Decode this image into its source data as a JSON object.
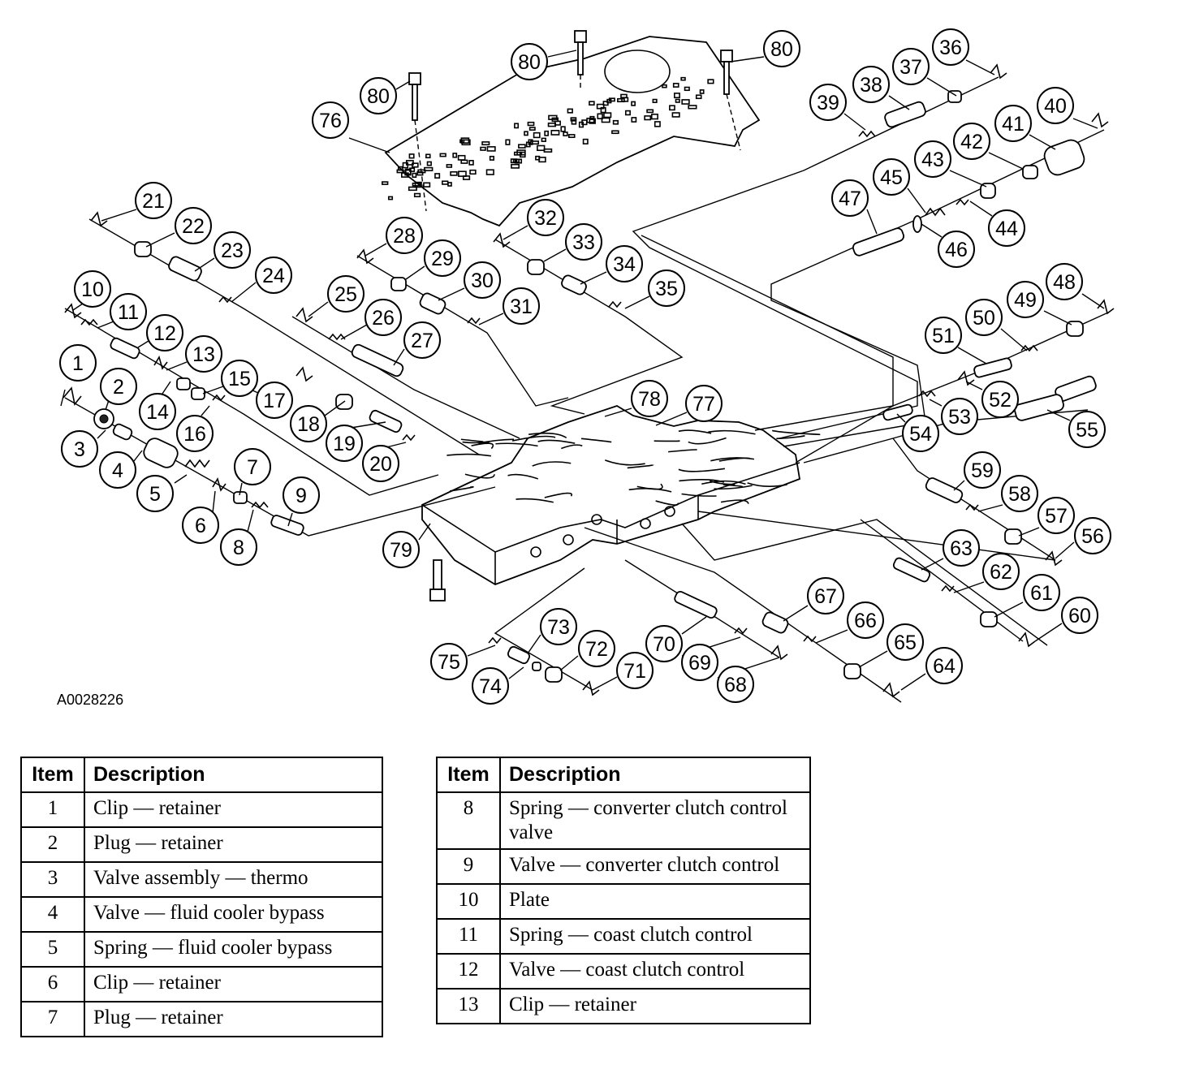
{
  "figure_code": "A0028226",
  "tables": [
    {
      "header": {
        "item": "Item",
        "description": "Description"
      },
      "rows": [
        {
          "item": "1",
          "description": "Clip — retainer"
        },
        {
          "item": "2",
          "description": "Plug — retainer"
        },
        {
          "item": "3",
          "description": "Valve assembly — thermo"
        },
        {
          "item": "4",
          "description": "Valve — fluid cooler bypass"
        },
        {
          "item": "5",
          "description": "Spring — fluid cooler bypass"
        },
        {
          "item": "6",
          "description": "Clip — retainer"
        },
        {
          "item": "7",
          "description": "Plug — retainer"
        }
      ]
    },
    {
      "header": {
        "item": "Item",
        "description": "Description"
      },
      "rows": [
        {
          "item": "8",
          "description": "Spring — converter clutch control valve"
        },
        {
          "item": "9",
          "description": "Valve — converter clutch control"
        },
        {
          "item": "10",
          "description": "Plate"
        },
        {
          "item": "11",
          "description": "Spring — coast clutch control"
        },
        {
          "item": "12",
          "description": "Valve — coast clutch control"
        },
        {
          "item": "13",
          "description": "Clip — retainer"
        }
      ]
    }
  ],
  "callouts": [
    "1",
    "2",
    "3",
    "4",
    "5",
    "6",
    "7",
    "8",
    "9",
    "10",
    "11",
    "12",
    "13",
    "14",
    "15",
    "16",
    "17",
    "18",
    "19",
    "20",
    "21",
    "22",
    "23",
    "24",
    "25",
    "26",
    "27",
    "28",
    "29",
    "30",
    "31",
    "32",
    "33",
    "34",
    "35",
    "36",
    "37",
    "38",
    "39",
    "40",
    "41",
    "42",
    "43",
    "44",
    "45",
    "46",
    "47",
    "48",
    "49",
    "50",
    "51",
    "52",
    "53",
    "54",
    "55",
    "56",
    "57",
    "58",
    "59",
    "60",
    "61",
    "62",
    "63",
    "64",
    "65",
    "66",
    "67",
    "68",
    "69",
    "70",
    "71",
    "72",
    "73",
    "74",
    "75",
    "76",
    "77",
    "78",
    "79",
    "80",
    "80",
    "80"
  ]
}
